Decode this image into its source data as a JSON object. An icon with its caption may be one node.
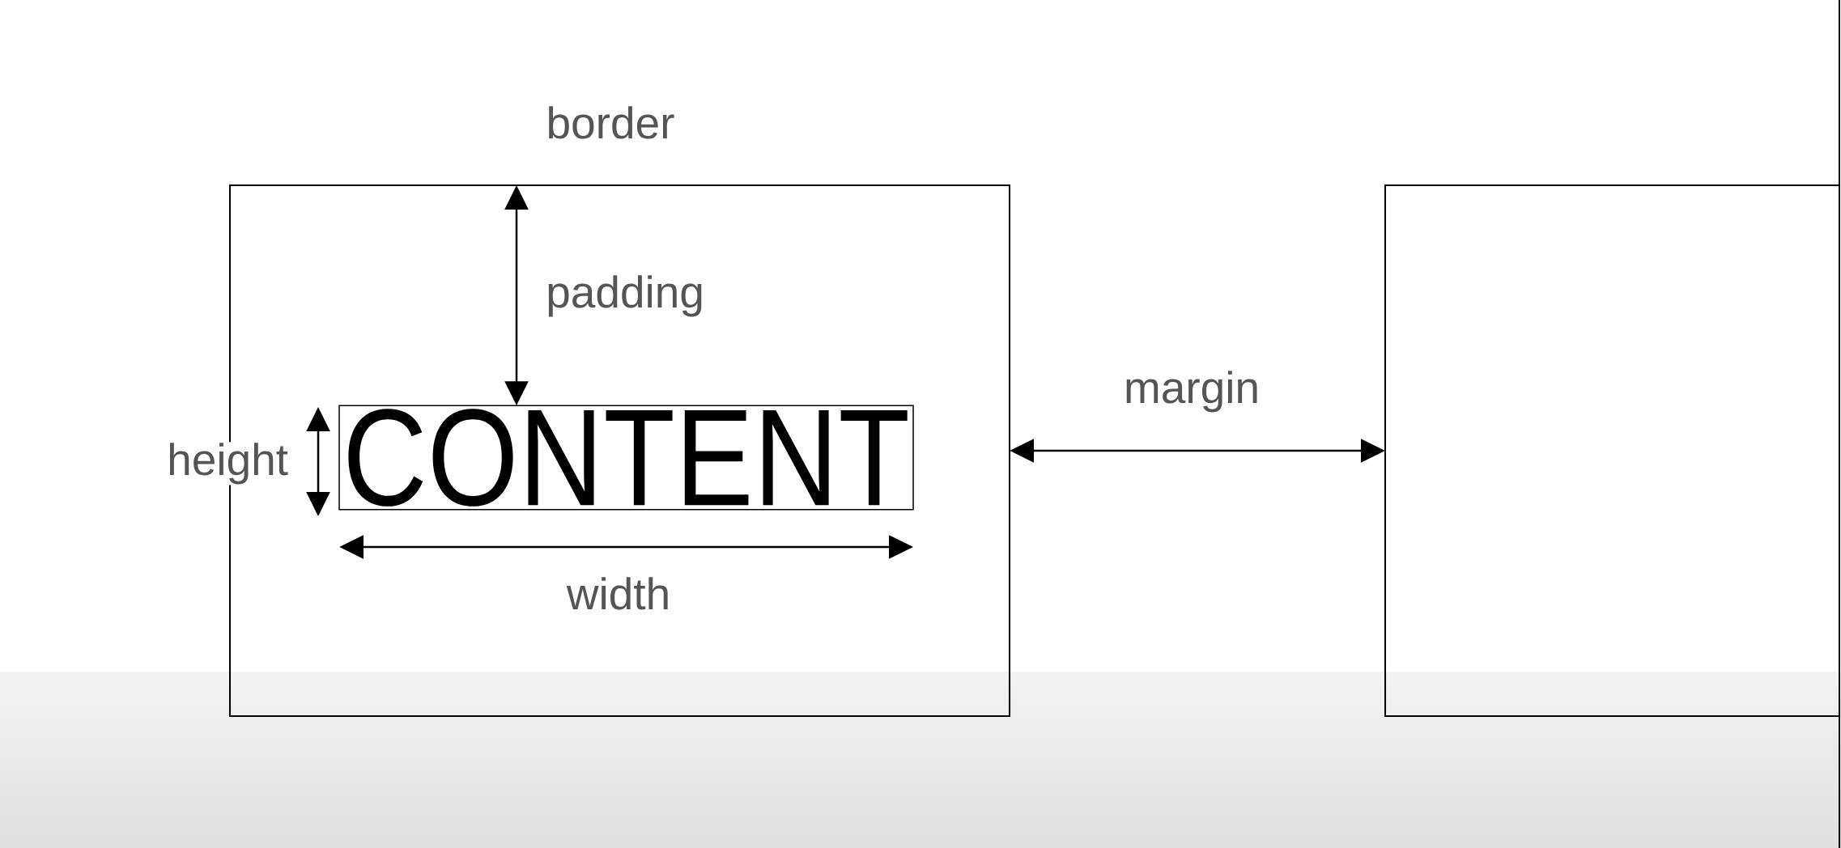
{
  "diagram": {
    "nodes": [
      {
        "text": [],
        "shape": "box"
      },
      {
        "text": [
          "CONTENT"
        ],
        "in": 0
      },
      {
        "text": [],
        "shape": "box"
      }
    ],
    "edges": [
      {
        "from": 0,
        "to": 1,
        "arrow": "both",
        "label": "padding"
      },
      {
        "from": 0,
        "to": 2,
        "arrow": "both",
        "label": "margin"
      }
    ],
    "labels": [
      "border",
      "height",
      "width"
    ]
  }
}
